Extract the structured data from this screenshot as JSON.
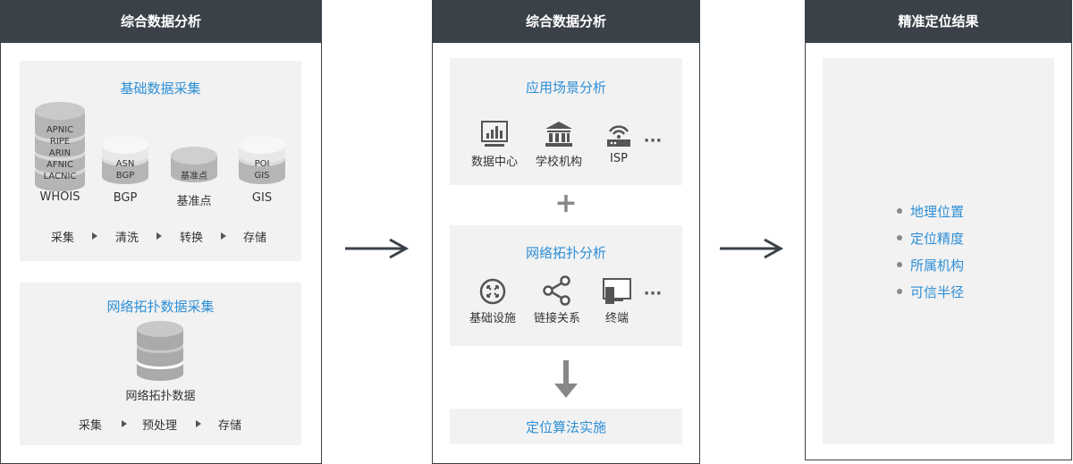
{
  "columns": {
    "left": {
      "title": "综合数据分析"
    },
    "middle": {
      "title": "综合数据分析"
    },
    "right": {
      "title": "精准定位结果"
    }
  },
  "basic_collection": {
    "title": "基础数据采集",
    "databases": [
      {
        "label": "WHOIS",
        "entries": [
          "APNIC",
          "RIPE",
          "ARIN",
          "AFNIC",
          "LACNIC"
        ]
      },
      {
        "label": "BGP",
        "entries": [
          "ASN",
          "BGP"
        ]
      },
      {
        "label": "基准点",
        "entries": [
          "基准点"
        ]
      },
      {
        "label": "GIS",
        "entries": [
          "POI",
          "GIS"
        ]
      }
    ],
    "steps": [
      "采集",
      "清洗",
      "转换",
      "存储"
    ]
  },
  "topology_collection": {
    "title": "网络拓扑数据采集",
    "database_label": "网络拓扑数据",
    "steps": [
      "采集",
      "预处理",
      "存储"
    ]
  },
  "scene_analysis": {
    "title": "应用场景分析",
    "items": [
      {
        "label": "数据中心",
        "icon": "data-center-icon"
      },
      {
        "label": "学校机构",
        "icon": "institution-icon"
      },
      {
        "label": "ISP",
        "icon": "router-icon"
      }
    ],
    "more": "···"
  },
  "plus": "+",
  "topology_analysis": {
    "title": "网络拓扑分析",
    "items": [
      {
        "label": "基础设施",
        "icon": "infrastructure-icon"
      },
      {
        "label": "链接关系",
        "icon": "share-icon"
      },
      {
        "label": "终端",
        "icon": "terminal-icon"
      }
    ],
    "more": "···"
  },
  "algorithm": {
    "label": "定位算法实施"
  },
  "results": [
    "地理位置",
    "定位精度",
    "所属机构",
    "可信半径"
  ],
  "colors": {
    "header": "#3b4149",
    "panel": "#f2f2f2",
    "accent": "#2d8fd6",
    "icon": "#555555"
  }
}
